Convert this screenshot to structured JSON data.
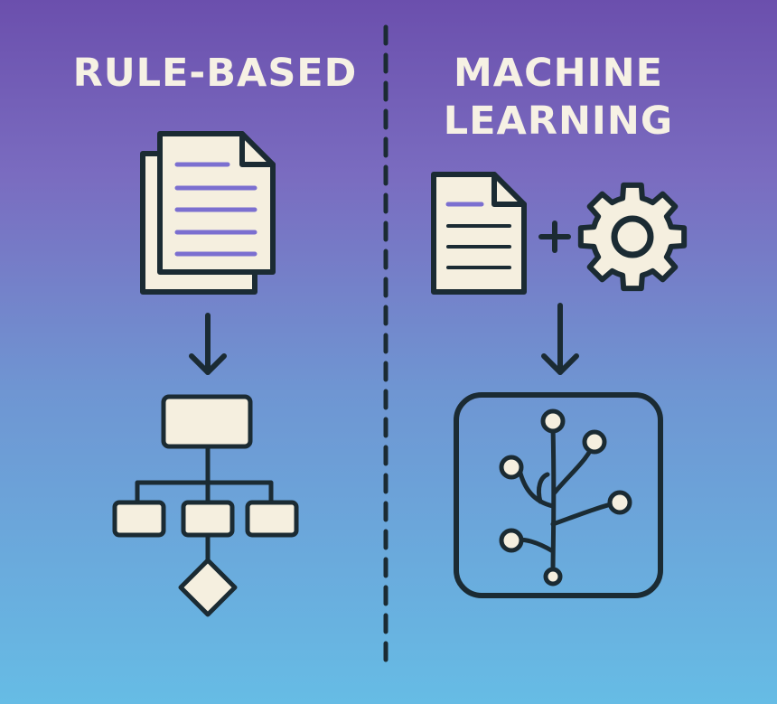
{
  "left_panel": {
    "title": "RULE-BASED",
    "icons": [
      "document-stack-icon",
      "arrow-down-icon",
      "flowchart-icon"
    ]
  },
  "right_panel": {
    "title_line1": "MACHINE",
    "title_line2": "LEARNING",
    "icons": [
      "document-icon",
      "plus-icon",
      "gear-icon",
      "arrow-down-icon",
      "neural-tree-icon"
    ]
  },
  "colors": {
    "stroke": "#1b2b33",
    "paper": "#f5efdf",
    "text_lines": "#7b6fd0",
    "title": "#f6f1e4"
  }
}
